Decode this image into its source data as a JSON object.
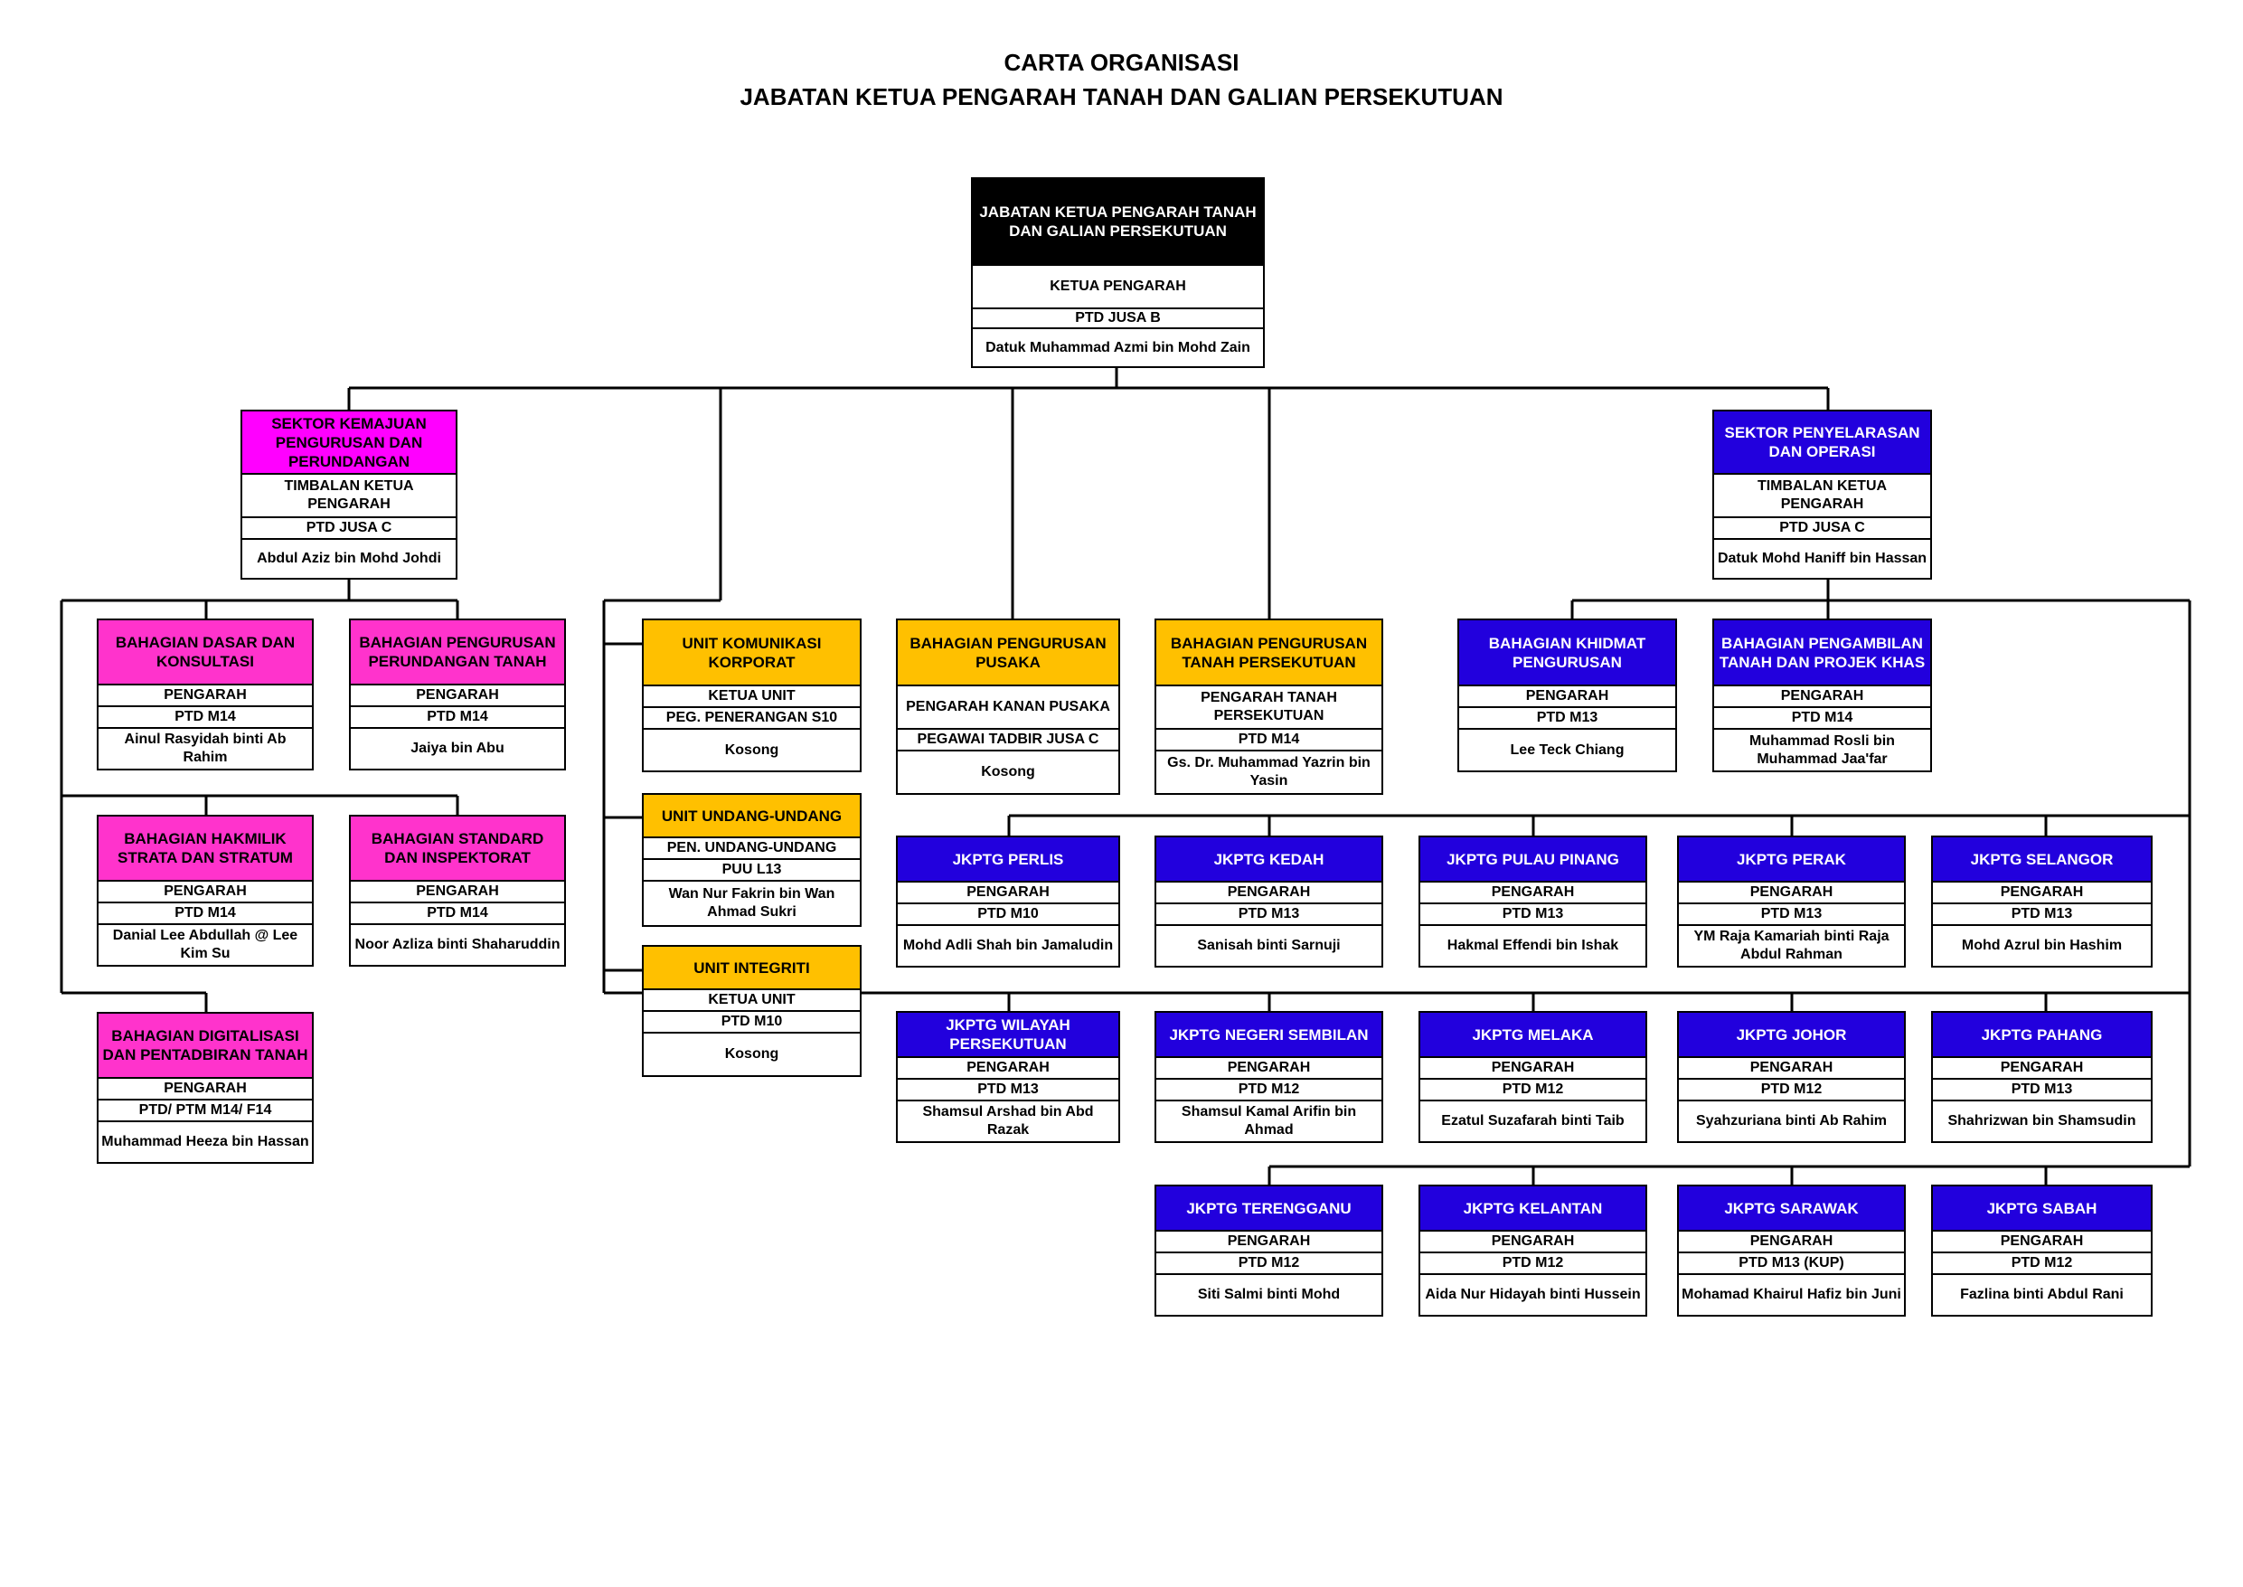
{
  "title": {
    "line1": "CARTA ORGANISASI",
    "line2": "JABATAN KETUA PENGARAH TANAH DAN GALIAN PERSEKUTUAN"
  },
  "colors": {
    "black": "#000000",
    "magenta": "#ff00ff",
    "pink": "#ff33cc",
    "gold": "#ffc000",
    "blue": "#2200dd"
  },
  "nodes": {
    "jkptg": {
      "header": "JABATAN KETUA PENGARAH TANAH DAN GALIAN PERSEKUTUAN",
      "rows": [
        "KETUA PENGARAH",
        "PTD JUSA B",
        "Datuk Muhammad Azmi bin Mohd Zain"
      ]
    },
    "sektor_kemajuan": {
      "header": "SEKTOR KEMAJUAN PENGURUSAN DAN PERUNDANGAN",
      "rows": [
        "TIMBALAN KETUA PENGARAH",
        "PTD JUSA C",
        "Abdul Aziz bin Mohd Johdi"
      ]
    },
    "sektor_penyelarasan": {
      "header": "SEKTOR PENYELARASAN DAN OPERASI",
      "rows": [
        "TIMBALAN KETUA PENGARAH",
        "PTD JUSA C",
        "Datuk Mohd Haniff bin Hassan"
      ]
    },
    "bahagian_dasar": {
      "header": "BAHAGIAN DASAR DAN KONSULTASI",
      "rows": [
        "PENGARAH",
        "PTD M14",
        "Ainul Rasyidah binti Ab Rahim"
      ]
    },
    "bahagian_perundangan": {
      "header": "BAHAGIAN PENGURUSAN PERUNDANGAN TANAH",
      "rows": [
        "PENGARAH",
        "PTD M14",
        "Jaiya bin Abu"
      ]
    },
    "bahagian_hakmilik": {
      "header": "BAHAGIAN HAKMILIK STRATA DAN STRATUM",
      "rows": [
        "PENGARAH",
        "PTD M14",
        "Danial Lee Abdullah @ Lee Kim Su"
      ]
    },
    "bahagian_standard": {
      "header": "BAHAGIAN STANDARD DAN INSPEKTORAT",
      "rows": [
        "PENGARAH",
        "PTD M14",
        "Noor Azliza binti Shaharuddin"
      ]
    },
    "bahagian_digital": {
      "header": "BAHAGIAN DIGITALISASI DAN PENTADBIRAN TANAH",
      "rows": [
        "PENGARAH",
        "PTD/ PTM M14/ F14",
        "Muhammad Heeza bin Hassan"
      ]
    },
    "unit_komunikasi": {
      "header": "UNIT KOMUNIKASI KORPORAT",
      "rows": [
        "KETUA UNIT",
        "PEG. PENERANGAN S10",
        "Kosong"
      ]
    },
    "unit_undang": {
      "header": "UNIT UNDANG-UNDANG",
      "rows": [
        "PEN. UNDANG-UNDANG",
        "PUU L13",
        "Wan Nur Fakrin bin Wan Ahmad Sukri"
      ]
    },
    "unit_integriti": {
      "header": "UNIT INTEGRITI",
      "rows": [
        "KETUA UNIT",
        "PTD M10",
        "Kosong"
      ]
    },
    "bahagian_pusaka": {
      "header": "BAHAGIAN PENGURUSAN PUSAKA",
      "rows": [
        "PENGARAH KANAN PUSAKA",
        "PEGAWAI TADBIR JUSA C",
        "Kosong"
      ]
    },
    "bahagian_tanah_persekutuan": {
      "header": "BAHAGIAN PENGURUSAN TANAH PERSEKUTUAN",
      "rows": [
        "PENGARAH TANAH PERSEKUTUAN",
        "PTD M14",
        "Gs. Dr. Muhammad Yazrin bin Yasin"
      ]
    },
    "bahagian_khidmat": {
      "header": "BAHAGIAN KHIDMAT PENGURUSAN",
      "rows": [
        "PENGARAH",
        "PTD M13",
        "Lee Teck Chiang"
      ]
    },
    "bahagian_pengambilan": {
      "header": "BAHAGIAN PENGAMBILAN TANAH DAN PROJEK KHAS",
      "rows": [
        "PENGARAH",
        "PTD M14",
        "Muhammad Rosli bin Muhammad Jaa'far"
      ]
    },
    "perlis": {
      "header": "JKPTG PERLIS",
      "rows": [
        "PENGARAH",
        "PTD M10",
        "Mohd Adli Shah bin Jamaludin"
      ]
    },
    "kedah": {
      "header": "JKPTG KEDAH",
      "rows": [
        "PENGARAH",
        "PTD M13",
        "Sanisah binti Sarnuji"
      ]
    },
    "pulau_pinang": {
      "header": "JKPTG PULAU PINANG",
      "rows": [
        "PENGARAH",
        "PTD M13",
        "Hakmal Effendi bin Ishak"
      ]
    },
    "perak": {
      "header": "JKPTG PERAK",
      "rows": [
        "PENGARAH",
        "PTD M13",
        "YM Raja Kamariah binti Raja Abdul Rahman"
      ]
    },
    "selangor": {
      "header": "JKPTG SELANGOR",
      "rows": [
        "PENGARAH",
        "PTD M13",
        "Mohd Azrul bin Hashim"
      ]
    },
    "wilayah": {
      "header": "JKPTG WILAYAH PERSEKUTUAN",
      "rows": [
        "PENGARAH",
        "PTD M13",
        "Shamsul Arshad bin Abd Razak"
      ]
    },
    "negeri_sembilan": {
      "header": "JKPTG NEGERI SEMBILAN",
      "rows": [
        "PENGARAH",
        "PTD M12",
        "Shamsul Kamal Arifin bin Ahmad"
      ]
    },
    "melaka": {
      "header": "JKPTG MELAKA",
      "rows": [
        "PENGARAH",
        "PTD M12",
        "Ezatul Suzafarah binti Taib"
      ]
    },
    "johor": {
      "header": "JKPTG JOHOR",
      "rows": [
        "PENGARAH",
        "PTD M12",
        "Syahzuriana binti Ab Rahim"
      ]
    },
    "pahang": {
      "header": "JKPTG PAHANG",
      "rows": [
        "PENGARAH",
        "PTD M13",
        "Shahrizwan bin Shamsudin"
      ]
    },
    "terengganu": {
      "header": "JKPTG TERENGGANU",
      "rows": [
        "PENGARAH",
        "PTD M12",
        "Siti Salmi binti Mohd"
      ]
    },
    "kelantan": {
      "header": "JKPTG KELANTAN",
      "rows": [
        "PENGARAH",
        "PTD M12",
        "Aida Nur Hidayah binti Hussein"
      ]
    },
    "sarawak": {
      "header": "JKPTG SARAWAK",
      "rows": [
        "PENGARAH",
        "PTD M13 (KUP)",
        "Mohamad Khairul Hafiz bin Juni"
      ]
    },
    "sabah": {
      "header": "JKPTG SABAH",
      "rows": [
        "PENGARAH",
        "PTD M12",
        "Fazlina binti Abdul Rani"
      ]
    }
  }
}
